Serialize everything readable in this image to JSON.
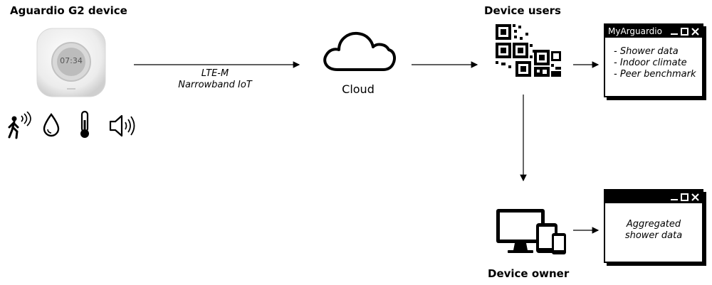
{
  "device": {
    "title": "Aguardio G2 device",
    "display_time": "07:34",
    "sensor_icons": [
      "motion-sensor-icon",
      "water-drop-icon",
      "thermometer-icon",
      "speaker-icon"
    ]
  },
  "connection": {
    "line1": "LTE-M",
    "line2": "Narrowband IoT"
  },
  "cloud": {
    "label": "Cloud"
  },
  "users": {
    "title": "Device users",
    "window": {
      "title": "MyArguardio",
      "items": [
        "- Shower data",
        "- Indoor climate",
        "- Peer benchmark"
      ]
    }
  },
  "owner": {
    "title": "Device owner",
    "window": {
      "text_line1": "Aggregated",
      "text_line2": "shower data"
    }
  }
}
